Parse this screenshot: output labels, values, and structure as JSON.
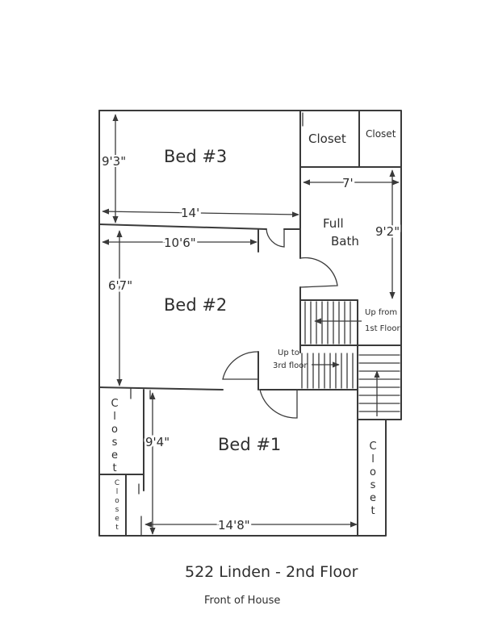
{
  "rooms": {
    "bed3": "Bed #3",
    "bed2": "Bed #2",
    "bed1": "Bed #1",
    "full_bath_1": "Full",
    "full_bath_2": "Bath"
  },
  "closets": {
    "closet_a": "Closet",
    "closet_b": "Closet",
    "closet_left_upper": "Closet",
    "closet_left_lower": "Closet",
    "closet_right": "Closet"
  },
  "dimensions": {
    "bed3_height": "9'3\"",
    "bed3_width": "14'",
    "bath_width": "7'",
    "bath_height": "9'2\"",
    "bed2_width": "10'6\"",
    "bed2_height": "6'7\"",
    "bed1_height": "9'4\"",
    "bed1_width": "14'8\""
  },
  "stairs": {
    "up_from_1": "Up from",
    "up_from_2": "1st Floor",
    "up_to_1": "Up to",
    "up_to_2": "3rd floor"
  },
  "title": "522 Linden - 2nd Floor",
  "subtitle": "Front of House"
}
